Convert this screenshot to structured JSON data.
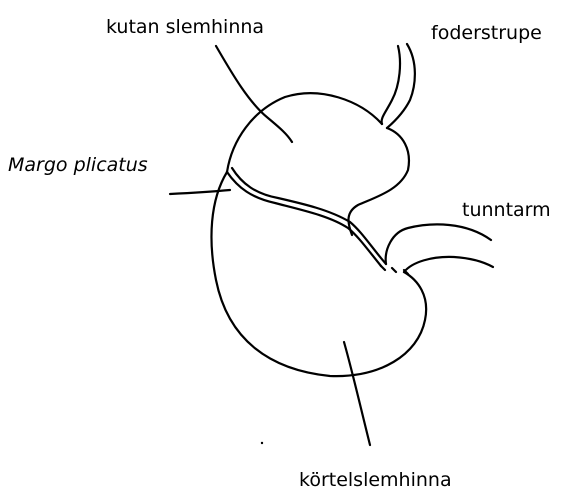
{
  "labels": {
    "kutan": "kutan slemhinna",
    "foderstrupe": "foderstrupe",
    "margo": "Margo plicatus",
    "tunntarm": "tunntarm",
    "kortel": "körtelslemhinna"
  }
}
